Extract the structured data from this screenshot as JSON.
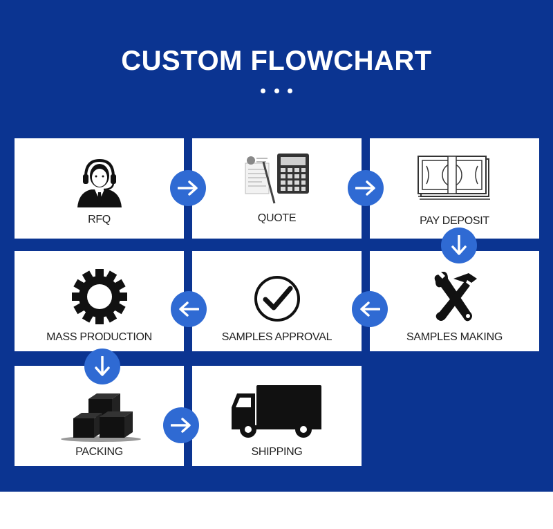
{
  "header": {
    "title": "CUSTOM FLOWCHART"
  },
  "colors": {
    "background": "#0b3491",
    "card": "#ffffff",
    "arrow": "#2f6ad3"
  },
  "steps": [
    {
      "label": "RFQ",
      "icon": "headset-agent-icon"
    },
    {
      "label": "QUOTE",
      "icon": "calculator-document-icon"
    },
    {
      "label": "PAY DEPOSIT",
      "icon": "banknote-icon"
    },
    {
      "label": "SAMPLES MAKING",
      "icon": "wrench-hammer-icon"
    },
    {
      "label": "SAMPLES APPROVAL",
      "icon": "checkmark-circle-icon"
    },
    {
      "label": "MASS PRODUCTION",
      "icon": "gear-icon"
    },
    {
      "label": "PACKING",
      "icon": "boxes-icon"
    },
    {
      "label": "SHIPPING",
      "icon": "truck-icon"
    }
  ],
  "flow": [
    "RFQ",
    "QUOTE",
    "PAY DEPOSIT",
    "SAMPLES MAKING",
    "SAMPLES APPROVAL",
    "MASS PRODUCTION",
    "PACKING",
    "SHIPPING"
  ]
}
